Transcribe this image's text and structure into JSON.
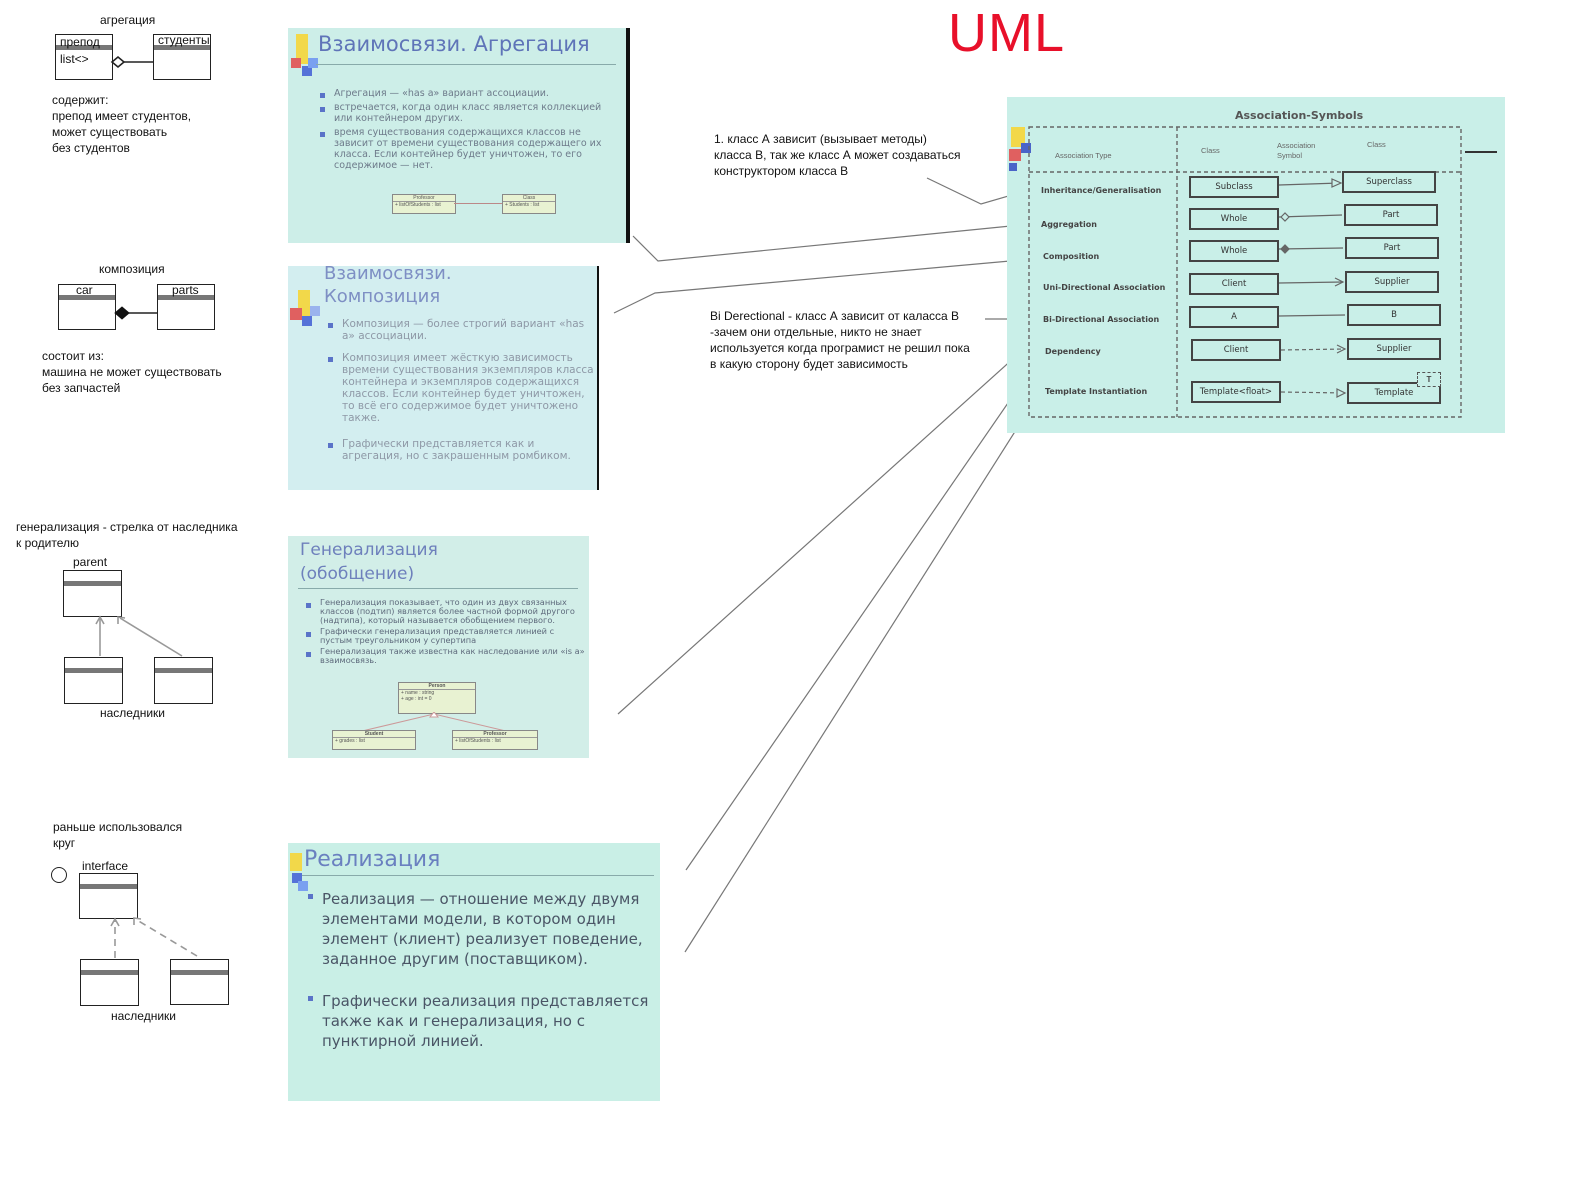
{
  "title": "UML",
  "aggregation": {
    "heading": "агрегация",
    "class_a": "препод",
    "class_a_member": "list<>",
    "class_b": "студенты",
    "note": "содержит:\nпрепод имеет студентов,\nможет существовать\nбез студентов"
  },
  "composition": {
    "heading": "композиция",
    "class_a": "car",
    "class_b": "parts",
    "note": "состоит из:\nмашина не может существовать\nбез запчастей"
  },
  "generalization": {
    "heading": "генерализация - стрелка от наследника\nк родителю",
    "parent": "parent",
    "children_label": "наследники"
  },
  "realization": {
    "heading": "раньше использовался\nкруг",
    "interface": "interface",
    "children_label": "наследники"
  },
  "annotations": {
    "dependency": "1. класс А зависит (вызывает методы)\nкласса В, так же класс А может создаваться\nконструктором класса В",
    "bidirectional": "Bi Derectional - класс А зависит от каласса В\n-зачем они отдельные, никто не знает\nиспользуется когда програмист не решил пока\nв какую сторону будет зависимость"
  },
  "slides": {
    "aggregation": {
      "title": "Взаимосвязи. Агрегация",
      "bullets": [
        "Агрегация — «has a» вариант ассоциации.",
        "встречается, когда один класс является коллекцией или контейнером других.",
        "время существования содержащихся классов не зависит от времени существования содержащего их класса. Если контейнер будет уничтожен, то его содержимое — нет."
      ],
      "mini_left": "Professor",
      "mini_left_row": "+ listOfStudents : list",
      "mini_right": "Class",
      "mini_right_row": "+ Students : list"
    },
    "composition": {
      "title": "Взаимосвязи.\nКомпозиция",
      "bullets": [
        "Композиция — более строгий вариант «has a» ассоциации.",
        "Композиция имеет жёсткую зависимость времени существования экземпляров класса контейнера и экземпляров содержащихся классов. Если контейнер будет уничтожен, то всё его содержимое будет уничтожено также.",
        "Графически представляется как и агрегация, но с закрашенным ромбиком."
      ]
    },
    "generalization": {
      "title": "Генерализация\n(обобщение)",
      "bullets": [
        "Генерализация показывает, что один из двух связанных классов (подтип) является более частной формой другого (надтипа), который называется обобщением первого.",
        "Графически генерализация представляется линией с пустым треугольником у супертипа",
        "Генерализация также известна как наследование или «is a» взаимосвязь."
      ],
      "person": "Person",
      "person_rows": [
        "+ name : string",
        "+ age : int = 0"
      ],
      "student": "Student",
      "student_row": "+ grades : list",
      "professor": "Professor",
      "professor_row": "+ listOfStudents : list"
    },
    "realization": {
      "title": "Реализация",
      "bullets": [
        "Реализация — отношение между двумя элементами модели, в котором один элемент (клиент) реализует поведение, заданное другим (поставщиком).",
        "Графически реализация представляется также как и генерализация, но с пунктирной линией."
      ]
    }
  },
  "association_symbols": {
    "title": "Association-Symbols",
    "col_type": "Association Type",
    "col_class1": "Class",
    "col_symbol": "Association\nSymbol",
    "col_class2": "Class",
    "rows": [
      {
        "type": "Inheritance/Generalisation",
        "left": "Subclass",
        "right": "Superclass"
      },
      {
        "type": "Aggregation",
        "left": "Whole",
        "right": "Part"
      },
      {
        "type": "Composition",
        "left": "Whole",
        "right": "Part"
      },
      {
        "type": "Uni-Directional Association",
        "left": "Client",
        "right": "Supplier"
      },
      {
        "type": "Bi-Directional Association",
        "left": "A",
        "right": "B"
      },
      {
        "type": "Dependency",
        "left": "Client",
        "right": "Supplier"
      },
      {
        "type": "Template Instantiation",
        "left": "Template<float>",
        "right": "Template"
      }
    ],
    "template_param": "T"
  }
}
